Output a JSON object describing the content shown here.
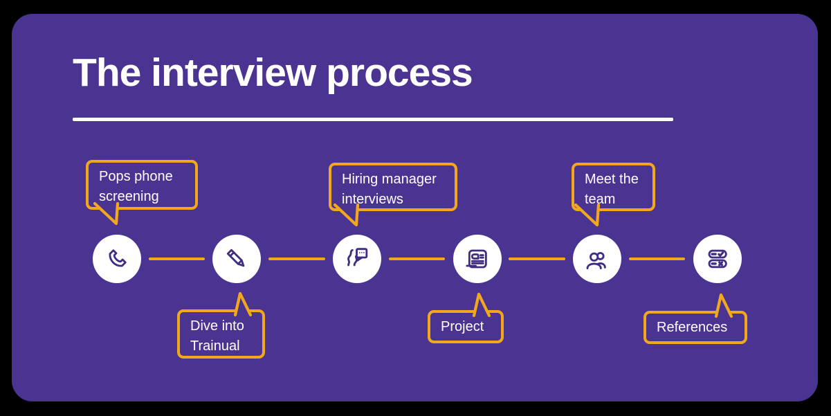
{
  "title": "The interview process",
  "colors": {
    "canvas": "#000000",
    "panel_purple": "#4b3392",
    "accent_yellow": "#f2a81d",
    "text_white": "#ffffff",
    "icon_purple": "#402d82"
  },
  "steps": [
    {
      "label": "Pops phone screening",
      "icon": "phone-icon",
      "callout_position": "above"
    },
    {
      "label": "Dive into Trainual",
      "icon": "pencil-icon",
      "callout_position": "below"
    },
    {
      "label": "Hiring manager interviews",
      "icon": "speech-person-icon",
      "callout_position": "above"
    },
    {
      "label": "Project",
      "icon": "document-icon",
      "callout_position": "below"
    },
    {
      "label": "Meet the team",
      "icon": "team-icon",
      "callout_position": "above"
    },
    {
      "label": "References",
      "icon": "checklist-icon",
      "callout_position": "below"
    }
  ]
}
